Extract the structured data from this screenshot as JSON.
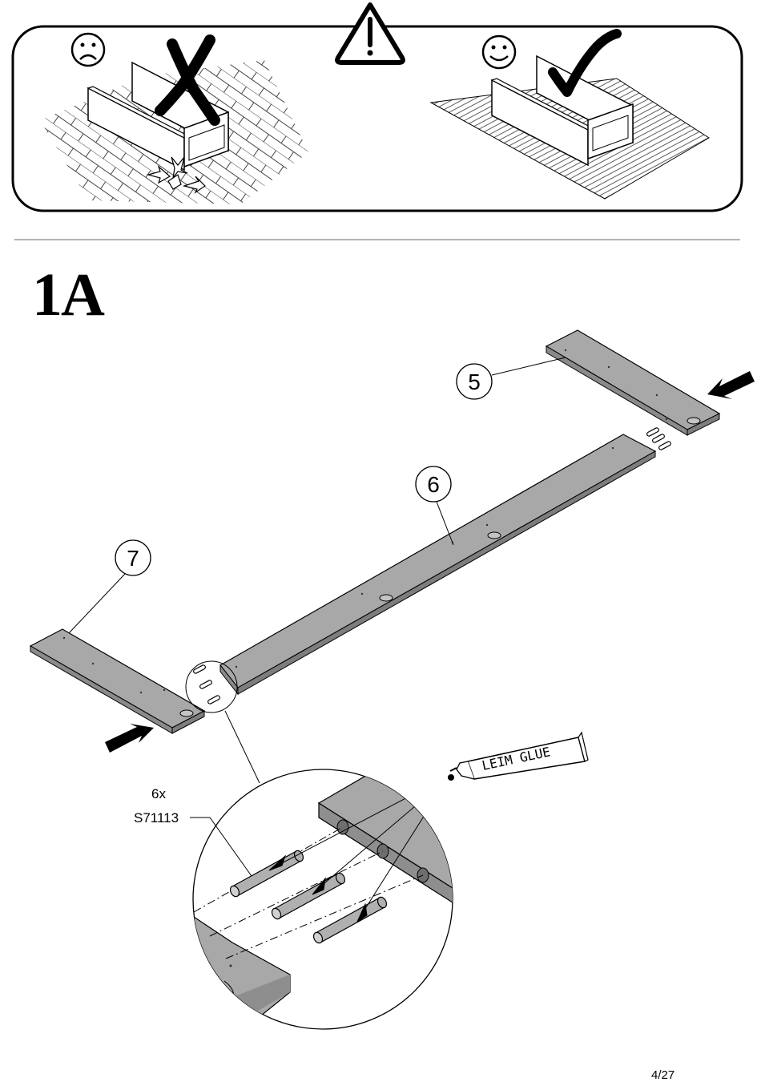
{
  "step": {
    "title": "1A"
  },
  "parts": [
    {
      "id": "part-5",
      "label": "5"
    },
    {
      "id": "part-6",
      "label": "6"
    },
    {
      "id": "part-7",
      "label": "7"
    }
  ],
  "hardware": {
    "quantity": "6x",
    "code": "S71113"
  },
  "glue": {
    "label": "LEIM GLUE"
  },
  "warning": {
    "bad_face": "sad-face-icon",
    "good_face": "smiley-face-icon",
    "bad_mark": "cross-mark-icon",
    "good_mark": "check-mark-icon",
    "sign": "warning-triangle-icon"
  },
  "footer": {
    "page": "4/27"
  },
  "colors": {
    "board": "#a8a8a8",
    "board_edge": "#7d7d7d",
    "ink": "#000000"
  }
}
